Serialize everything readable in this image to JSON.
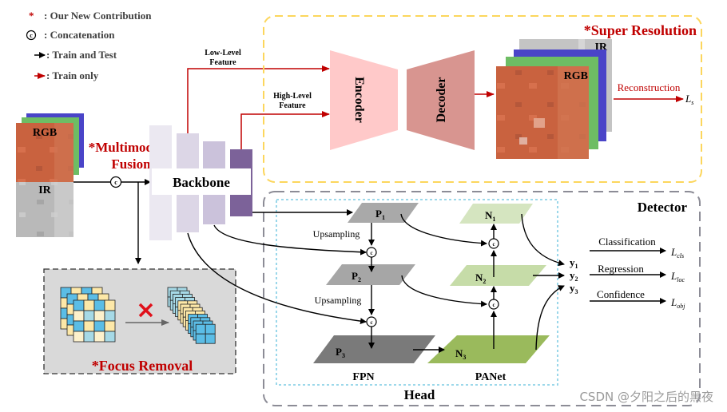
{
  "legend": {
    "items": [
      {
        "symbol": "*",
        "label": ": Our New Contribution"
      },
      {
        "symbol": "c",
        "label": ": Concatenation"
      },
      {
        "symbol": "black-arrow",
        "label": ": Train and Test"
      },
      {
        "symbol": "red-arrow",
        "label": ": Train only"
      }
    ]
  },
  "inputs": {
    "rgb_label": "RGB",
    "ir_label": "IR",
    "concat_symbol": "c"
  },
  "fusion": {
    "title_line1": "*Multimodal",
    "title_line2": "Fusion"
  },
  "backbone": {
    "label": "Backbone"
  },
  "features": {
    "low_line1": "Low-Level",
    "low_line2": "Feature",
    "high_line1": "High-Level",
    "high_line2": "Feature"
  },
  "super_resolution": {
    "title": "*Super Resolution",
    "encoder": "Encoder",
    "decoder": "Decoder",
    "ir_label": "IR",
    "rgb_label": "RGB",
    "reconstruction": "Reconstruction",
    "loss_main": "L",
    "loss_sub": "s"
  },
  "focus_removal": {
    "title": "*Focus Removal"
  },
  "detector": {
    "title": "Detector",
    "head_label": "Head",
    "fpn_label": "FPN",
    "panet_label": "PANet",
    "upsampling_1": "Upsampling",
    "upsampling_2": "Upsampling",
    "concat_symbol": "c",
    "p_nodes": [
      {
        "main": "P",
        "sub": "1"
      },
      {
        "main": "P",
        "sub": "2"
      },
      {
        "main": "P",
        "sub": "3"
      }
    ],
    "n_nodes": [
      {
        "main": "N",
        "sub": "1"
      },
      {
        "main": "N",
        "sub": "2"
      },
      {
        "main": "N",
        "sub": "3"
      }
    ],
    "outputs": [
      {
        "main": "y",
        "sub": "1"
      },
      {
        "main": "y",
        "sub": "2"
      },
      {
        "main": "y",
        "sub": "3"
      }
    ],
    "tasks": [
      {
        "label": "Classification",
        "loss_main": "L",
        "loss_sub": "cls"
      },
      {
        "label": "Regression",
        "loss_main": "L",
        "loss_sub": "loc"
      },
      {
        "label": "Confidence",
        "loss_main": "L",
        "loss_sub": "obj"
      }
    ]
  },
  "colors": {
    "red": "#c00000",
    "yellow_dash": "#fcd65c",
    "gray_dash": "#8c8c96",
    "cyan_dot": "#8fd3e8",
    "encoder": "#ffc9c9",
    "decoder": "#d89590",
    "backbone_1": "#ebe8f1",
    "backbone_2": "#dcd6e6",
    "backbone_3": "#cbc2db",
    "backbone_4": "#7c6299"
  },
  "watermark": "CSDN @夕阳之后的黑夜"
}
